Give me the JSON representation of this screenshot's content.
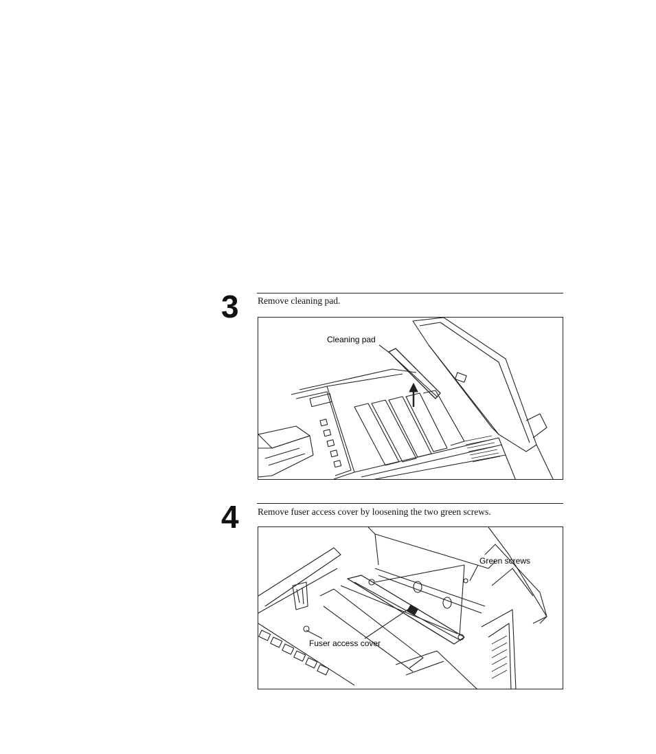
{
  "steps": [
    {
      "number": "3",
      "instruction": "Remove cleaning pad.",
      "callouts": [
        "Cleaning pad"
      ]
    },
    {
      "number": "4",
      "instruction": "Remove fuser access cover by loosening the two green screws.",
      "callouts": [
        "Green screws",
        "Fuser access cover"
      ]
    }
  ]
}
